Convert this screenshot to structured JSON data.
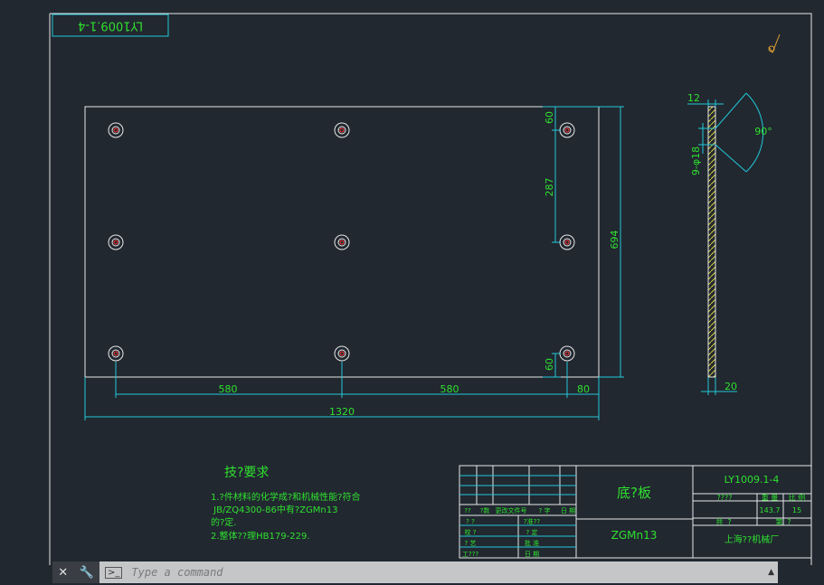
{
  "drawing": {
    "stamp": "LY1009.1-4",
    "dims": {
      "d580a": "580",
      "d580b": "580",
      "d80": "80",
      "d1320": "1320",
      "d694": "694",
      "d287": "287",
      "d60a": "60",
      "d60b": "60",
      "d12": "12",
      "d20": "20",
      "holes": "9-φ18",
      "angle": "90°"
    },
    "tech": {
      "title": "技?要求",
      "l1": "1.?件材料的化学成?和机械性能?符合",
      "l2": " JB/ZQ4300-86中有?ZGMn13",
      "l3": "的?定.",
      "l4": "2.整体??理HB179-229."
    },
    "title_block": {
      "part_name": "底?板",
      "material": "ZGMn13",
      "drawing_no": "LY1009.1-4",
      "stage": "????",
      "weight_label": "重 量",
      "scale_label": "比 例",
      "weight": "143.7",
      "scale": "15",
      "sheet_total": "共  ?",
      "sheet": "第  ?",
      "company": "上海??机械厂",
      "rev_headers": [
        "??",
        "?数",
        "更改文件号",
        "? 字",
        "日 期"
      ],
      "roles": [
        "? ?",
        "校 ?",
        "? 艺",
        "工???"
      ],
      "roles2": [
        "?准??",
        "? 定",
        "批 准",
        "日 期"
      ]
    },
    "colors": {
      "bg": "#212830",
      "line": "#e8e8e8",
      "dim": "#22c8d8",
      "text": "#2fe02f"
    }
  },
  "command": {
    "placeholder": "Type a command",
    "close": "✕",
    "settings": "wrench-icon"
  }
}
